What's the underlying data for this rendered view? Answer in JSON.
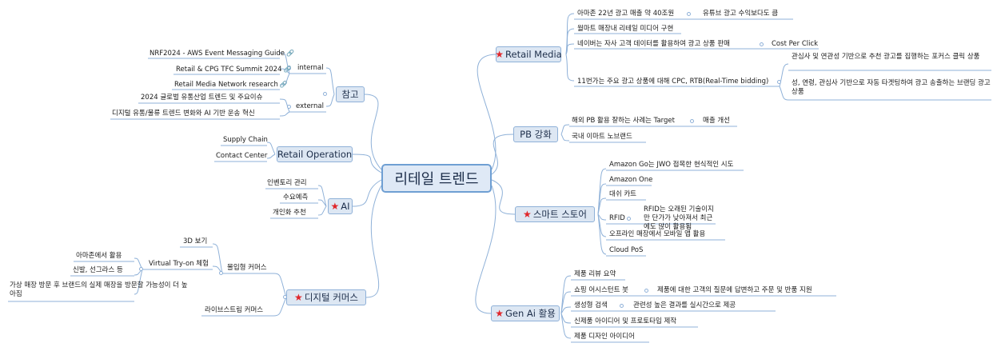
{
  "center": "리테일 트렌드",
  "branches": {
    "retail_media": {
      "label": "Retail Media",
      "items": [
        "아마존 22년 광고 매출 약 40조원",
        "유튜브 광고 수익보다도 큼",
        "월마트 매장내 리테일 미디어 구현",
        "네이버는 자사 고객 데이터를 활용하여 광고 상품 판매",
        "Cost Per Click",
        "11번가는 주요 광고 상품에 대해 CPC, RTB(Real-Time bidding)",
        "관심사 및 연관성 기반으로 추천 광고를 집행하는 포커스 클릭 상품",
        "성, 연령, 관심사 기반으로 자동 타겟팅하여 광고 송출하는 브랜딩 광고 상품"
      ]
    },
    "pb": {
      "label": "PB 강화",
      "items": [
        "해외 PB 활용 잘하는 사례는 Target",
        "매출 개선",
        "국내 이마트 노브랜드"
      ]
    },
    "smart_store": {
      "label": "스마트 스토어",
      "items": [
        "Amazon Go는 JWO 접목한 현식적인 시도",
        "Amazon One",
        "대쉬 카트",
        "RFID",
        "RFID는 오래된 기술이지만 단가가 낮아져서 최근에도 많이 활용됨",
        "오프라인 매장에서 모바일 앱 활용",
        "Cloud PoS"
      ]
    },
    "gen_ai": {
      "label": "Gen Ai 활용",
      "items": [
        "제품 리뷰 요약",
        "쇼핑 어시스턴트 봇",
        "제품에 대한 고객의 질문에 답변하고 주문 및 반품 지원",
        "생성형 검색",
        "관련성 높은 결과를 실시간으로 제공",
        "신제품 아이디어 및 프로토타입 제작",
        "제품 디자인 아이디어"
      ]
    },
    "reference": {
      "label": "참고",
      "internal": "internal",
      "external": "external",
      "internal_items": [
        "NRF2024 - AWS Event Messaging Guide",
        "Retail & CPG TFC Summit 2024",
        "Retail Media Network research"
      ],
      "external_items": [
        "2024 글로벌 유통산업 트렌드 및 주요이슈",
        "디지털 유통/물류 트렌드 변화와 AI 기반 운송 혁신"
      ],
      "link_icon": "link-icon"
    },
    "retail_operation": {
      "label": "Retail Operation",
      "items": [
        "Supply Chain",
        "Contact Center"
      ]
    },
    "ai": {
      "label": "AI",
      "items": [
        "인벤토리 관리",
        "수요예측",
        "개인화 추천"
      ]
    },
    "digital_commerce": {
      "label": "디지털 커머스",
      "immersive": "몰입형 커머스",
      "items": [
        "3D 보기",
        "Virtual Try-on 체험",
        "아마존에서 활용",
        "신발, 선그라스 등",
        "가상 매장 방문 후 브랜드의 실제 매장을 방문할 가능성이 더 높아짐",
        "라이브스트림 커머스"
      ]
    }
  },
  "colors": {
    "star": "#e0262a",
    "line": "#8fb1d8",
    "node_fill": "#dde7f3",
    "central_border": "#6f9fd3"
  }
}
